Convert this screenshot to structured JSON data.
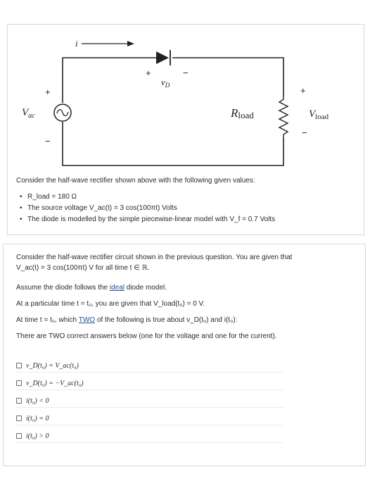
{
  "circuit": {
    "current_label": "i",
    "vd_label": "v",
    "vd_sub": "D",
    "plus": "+",
    "minus": "−",
    "vac_label": "V",
    "vac_sub": "ac",
    "rload_label": "R",
    "rload_sub": "load",
    "vload_label": "V",
    "vload_sub": "load"
  },
  "given": {
    "intro": "Consider the half-wave rectifier shown above with the following given values:",
    "bullets": [
      "R_load = 180 Ω",
      "The source voltage V_ac(t) = 3 cos(100πt) Volts",
      "The diode is modelled by the simple piecewise-linear model with V_f = 0.7 Volts"
    ]
  },
  "question": {
    "line1": "Consider the half-wave rectifier circuit shown in the previous question. You are given that",
    "line2": "V_ac(t) = 3 cos(100πt) V for all time t ∈ ℝ.",
    "line3_pre": "Assume the diode follows the ",
    "line3_link": "ideal",
    "line3_post": " diode model.",
    "line4": "At a particular time t = t₀, you are given that V_load(t₀) = 0 V.",
    "line5_pre": "At time t = t₀, which ",
    "line5_link": "TWO",
    "line5_post": " of the following is true about v_D(t₀) and i(t₀):",
    "line6": "There are TWO correct answers below (one for the voltage and one for the current).",
    "options": [
      "v_D(t₀) = V_ac(t₀)",
      "v_D(t₀) = −V_ac(t₀)",
      "i(t₀) < 0",
      "i(t₀) = 0",
      "i(t₀) > 0"
    ]
  }
}
